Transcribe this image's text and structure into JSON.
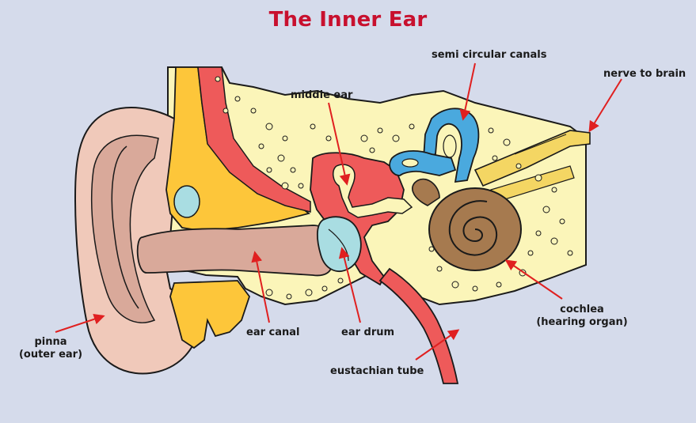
{
  "title": "The Inner Ear",
  "labels": {
    "semicircular_canals": "semi circular canals",
    "nerve_to_brain": "nerve to brain",
    "middle_ear": "middle ear",
    "pinna_line1": "pinna",
    "pinna_line2": "(outer ear)",
    "ear_canal": "ear canal",
    "ear_drum": "ear drum",
    "cochlea_line1": "cochlea",
    "cochlea_line2": "(hearing organ)",
    "eustachian_tube": "eustachian tube"
  },
  "colors": {
    "background": "#d5dbeb",
    "title": "#c8102e",
    "pinna_skin": "#f0c9ba",
    "canal": "#d9a99a",
    "bone": "#fbf5b9",
    "fat_yellow": "#fdc63a",
    "red_tissue": "#ee5a5a",
    "ear_drum": "#a9dde2",
    "semicircular": "#4aa9de",
    "cochlea": "#a67a4f",
    "nerve": "#f4d663",
    "arrow": "#e02020"
  }
}
